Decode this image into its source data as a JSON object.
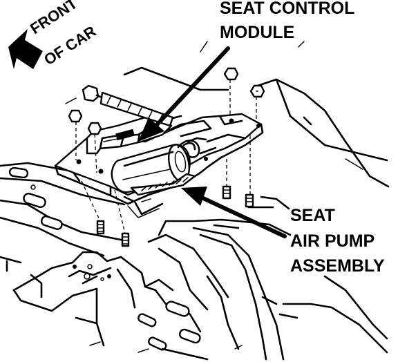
{
  "labels": {
    "front_of_car_line1": "FRONT",
    "front_of_car_line2": "OF CAR",
    "seat_control_module_line1": "SEAT CONTROL",
    "seat_control_module_line2": "MODULE",
    "seat_air_pump_line1": "SEAT",
    "seat_air_pump_line2": "AIR PUMP",
    "seat_air_pump_line3": "ASSEMBLY"
  },
  "icons": {
    "front_arrow": "arrow-up-left-icon"
  },
  "colors": {
    "ink": "#000000",
    "paper": "#ffffff"
  }
}
